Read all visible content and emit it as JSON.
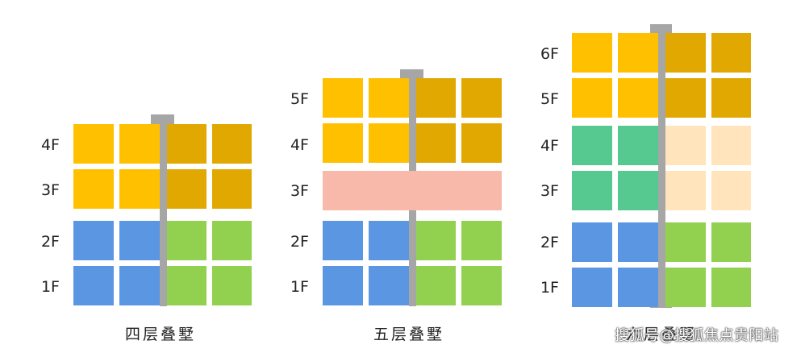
{
  "colors": {
    "yellow": "#ffc000",
    "dark_yellow": "#e0a800",
    "blue": "#5b96e3",
    "green": "#92d050",
    "pink": "#f8b9aa",
    "teal": "#55c98f",
    "cream": "#ffe4bc",
    "pole": "#a6a6a6"
  },
  "buildings": [
    {
      "caption": "四层叠墅",
      "floors": [
        "4F",
        "3F",
        "2F",
        "1F"
      ]
    },
    {
      "caption": "五层叠墅",
      "floors": [
        "5F",
        "4F",
        "3F",
        "2F",
        "1F"
      ]
    },
    {
      "caption": "六层叠墅",
      "floors": [
        "6F",
        "5F",
        "4F",
        "3F",
        "2F",
        "1F"
      ]
    }
  ],
  "watermark": "搜狐号@搜狐焦点贵阳站"
}
